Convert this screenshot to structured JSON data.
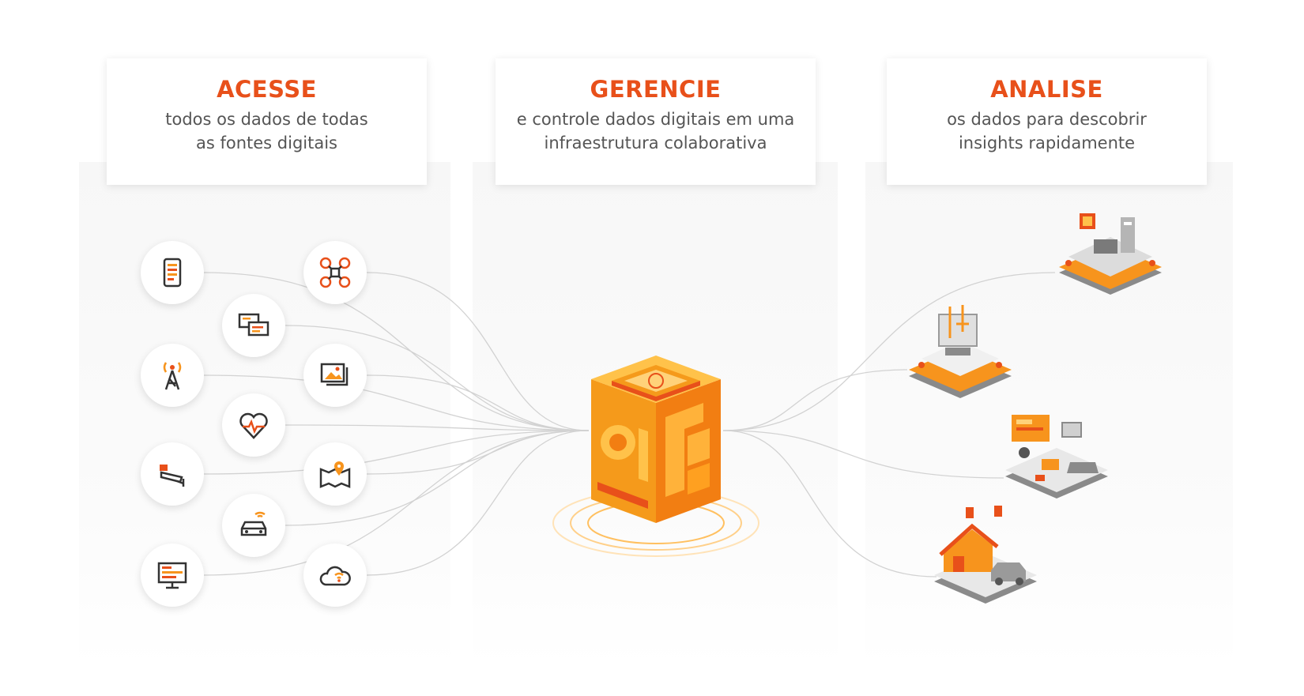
{
  "cards": [
    {
      "title": "ACESSE",
      "subtitle": "todos os dados de todas\nas fontes digitais"
    },
    {
      "title": "GERENCIE",
      "subtitle": "e controle dados digitais em uma\ninfraestrutura colaborativa"
    },
    {
      "title": "ANALISE",
      "subtitle": "os dados para descobrir\ninsights rapidamente"
    }
  ],
  "sources": [
    {
      "icon": "smartphone-icon"
    },
    {
      "icon": "drone-icon"
    },
    {
      "icon": "chat-messages-icon"
    },
    {
      "icon": "radio-tower-icon"
    },
    {
      "icon": "image-gallery-icon"
    },
    {
      "icon": "heart-pulse-icon"
    },
    {
      "icon": "security-camera-icon"
    },
    {
      "icon": "map-pin-icon"
    },
    {
      "icon": "connected-car-icon"
    },
    {
      "icon": "monitor-dashboard-icon"
    },
    {
      "icon": "wifi-cloud-icon"
    }
  ],
  "hub": {
    "icon": "data-cube-icon"
  },
  "outputs": [
    {
      "icon": "smart-factory-icon"
    },
    {
      "icon": "smart-lab-icon"
    },
    {
      "icon": "analytics-office-icon"
    },
    {
      "icon": "smart-home-icon"
    }
  ],
  "colors": {
    "accent": "#e8501a",
    "orange": "#f7941d",
    "line": "#cfcfcf",
    "text": "#555555"
  }
}
